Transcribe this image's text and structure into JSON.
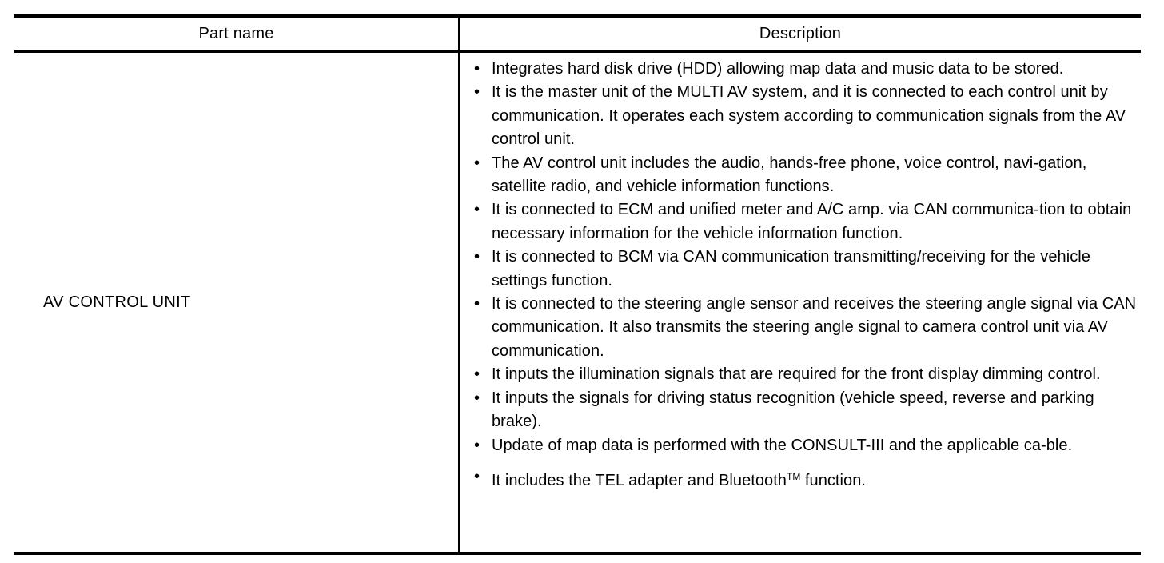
{
  "table": {
    "headers": {
      "part_name": "Part name",
      "description": "Description"
    },
    "rows": [
      {
        "part_name": "AV CONTROL UNIT",
        "description_bullets": [
          "Integrates hard disk drive (HDD) allowing map data and music data to be stored.",
          "It is the master unit of the MULTI AV system, and it is connected to each control unit by communication. It operates each system according to communication signals from the AV control unit.",
          "The AV control unit includes the audio, hands-free phone, voice control, navi-gation, satellite radio, and vehicle information functions.",
          "It is connected to ECM and unified meter and A/C amp. via CAN communica-tion to obtain necessary information for the vehicle information function.",
          "It is connected to BCM via CAN communication transmitting/receiving for the vehicle settings function.",
          "It is connected to the steering angle sensor and receives the steering angle signal via CAN communication. It also transmits the steering angle signal to camera control unit via AV communication.",
          "It inputs the illumination signals that are required for the front display dimming control.",
          "It inputs the signals for driving status recognition (vehicle speed, reverse and parking brake).",
          "Update of map data is performed with the CONSULT-III and the applicable ca-ble.",
          "It includes the TEL adapter and Bluetooth™ function."
        ],
        "description_bullets_display": [
          "Integrates hard disk drive (HDD) allowing map data and music data to be stored.",
          "It is the master unit of the MULTI AV system, and it is connected to each control unit by communication. It operates each system according to communication signals from the AV control unit.",
          "The AV control unit includes the audio, hands-free phone, voice control, navigation, satellite radio, and vehicle information functions.",
          "It is connected to ECM and unified meter and A/C amp. via CAN communication to obtain necessary information for the vehicle information function.",
          "It is connected to BCM via CAN communication transmitting/receiving for the vehicle settings function.",
          "It is connected to the steering angle sensor and receives the steering angle signal via CAN communication. It also transmits the steering angle signal to camera control unit via AV communication.",
          "It inputs the illumination signals that are required for the front display dimming control.",
          "It inputs the signals for driving status recognition (vehicle speed, reverse and parking brake).",
          "Update of map data is performed with the CONSULT-III and the applicable cable.",
          "It includes the TEL adapter and Bluetooth function."
        ]
      }
    ],
    "bullet_glyph": "•",
    "trademark_symbol": "TM"
  },
  "style": {
    "text_color": "#000000",
    "background_color": "#ffffff",
    "rule_color": "#000000"
  }
}
